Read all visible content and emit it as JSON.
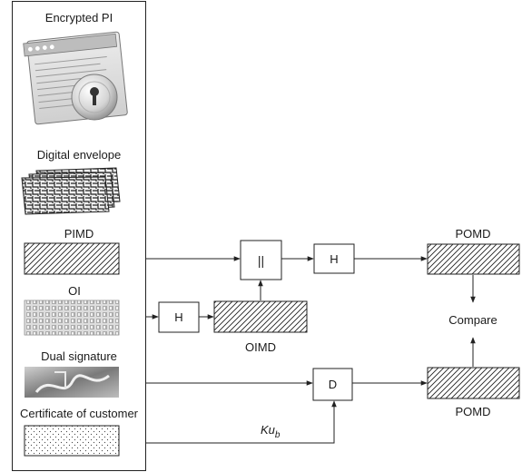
{
  "left_panel": {
    "encrypted_pi": "Encrypted PI",
    "digital_envelope": "Digital envelope",
    "pimd": "PIMD",
    "oi": "OI",
    "dual_signature": "Dual signature",
    "certificate": "Certificate of customer"
  },
  "blocks": {
    "concat": "||",
    "hash_top": "H",
    "hash_oi": "H",
    "decrypt": "D"
  },
  "labels": {
    "oimd": "OIMD",
    "pomd_top": "POMD",
    "pomd_bottom": "POMD",
    "compare": "Compare",
    "key_base": "Ku",
    "key_sub": "b"
  }
}
